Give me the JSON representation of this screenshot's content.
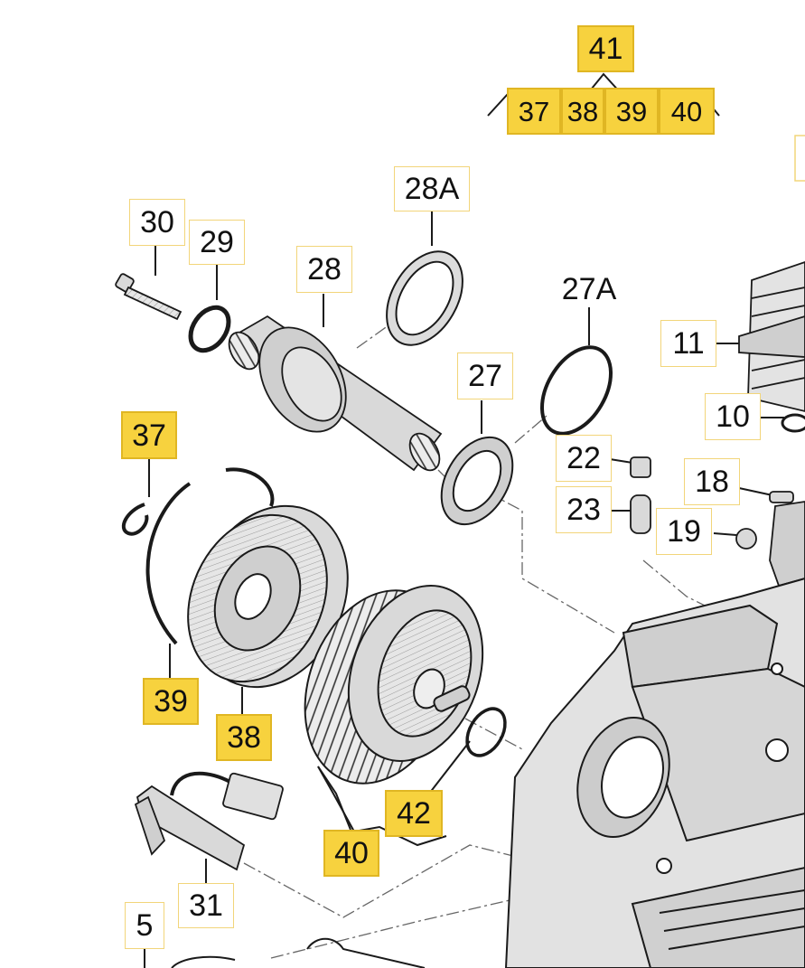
{
  "colors": {
    "highlight_fill": "#f7d23e",
    "highlight_border": "#e0b623",
    "plain_border": "#f2d57a",
    "line": "#1a1a1a",
    "part_fill": "#d9d9d9"
  },
  "callouts": {
    "c41": "41",
    "c37_top": "37",
    "c38_top": "38",
    "c39_top": "39",
    "c40_top": "40",
    "c28A": "28A",
    "c30": "30",
    "c29": "29",
    "c28": "28",
    "c27A": "27A",
    "c27": "27",
    "c11": "11",
    "c10": "10",
    "c22": "22",
    "c23": "23",
    "c18": "18",
    "c19": "19",
    "c37": "37",
    "c39": "39",
    "c38": "38",
    "c42": "42",
    "c40": "40",
    "c31": "31",
    "c5": "5"
  }
}
